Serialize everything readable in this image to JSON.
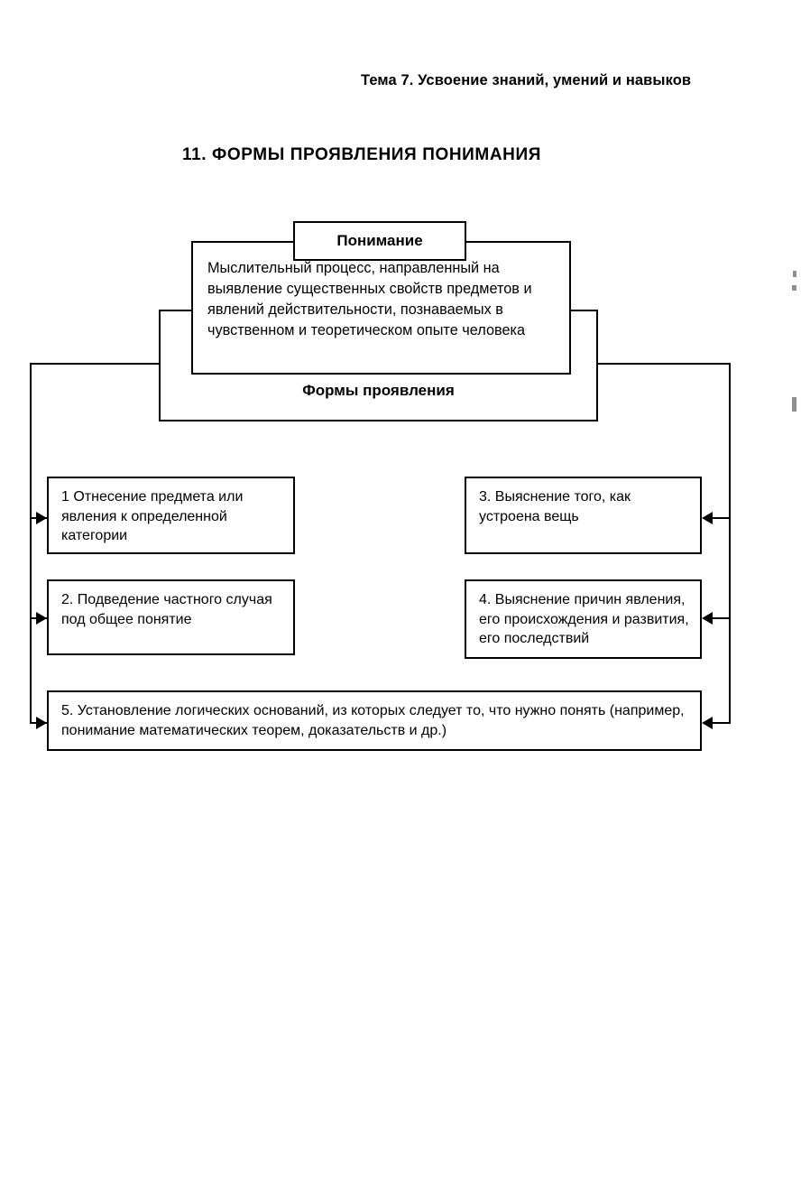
{
  "page": {
    "running_head": "Тема 7. Усвоение знаний, умений и навыков",
    "section_title": "11. ФОРМЫ ПРОЯВЛЕНИЯ ПОНИМАНИЯ"
  },
  "diagram": {
    "root": {
      "label": "Понимание",
      "definition": "Мыслительный процесс, направленный на выявление существенных свойств предметов и явлений действительности, познаваемых в чувственном и теоретическом опыте человека"
    },
    "group": {
      "label": "Формы проявления"
    },
    "forms": [
      {
        "id": "1",
        "text": "1  Отнесение предмета или явления к определенной категории"
      },
      {
        "id": "2",
        "text": "2. Подведение частного случая под общее понятие"
      },
      {
        "id": "3",
        "text": "3. Выяснение того, как устроена вещь"
      },
      {
        "id": "4",
        "text": "4. Выяснение причин явления, его происхождения и развития, его последствий"
      },
      {
        "id": "5",
        "text": "5. Установление логических оснований, из которых следует то, что нужно понять (например, понимание математических теорем, доказательств и др.)"
      }
    ]
  },
  "colors": {
    "ink": "#000000",
    "paper": "#ffffff"
  }
}
